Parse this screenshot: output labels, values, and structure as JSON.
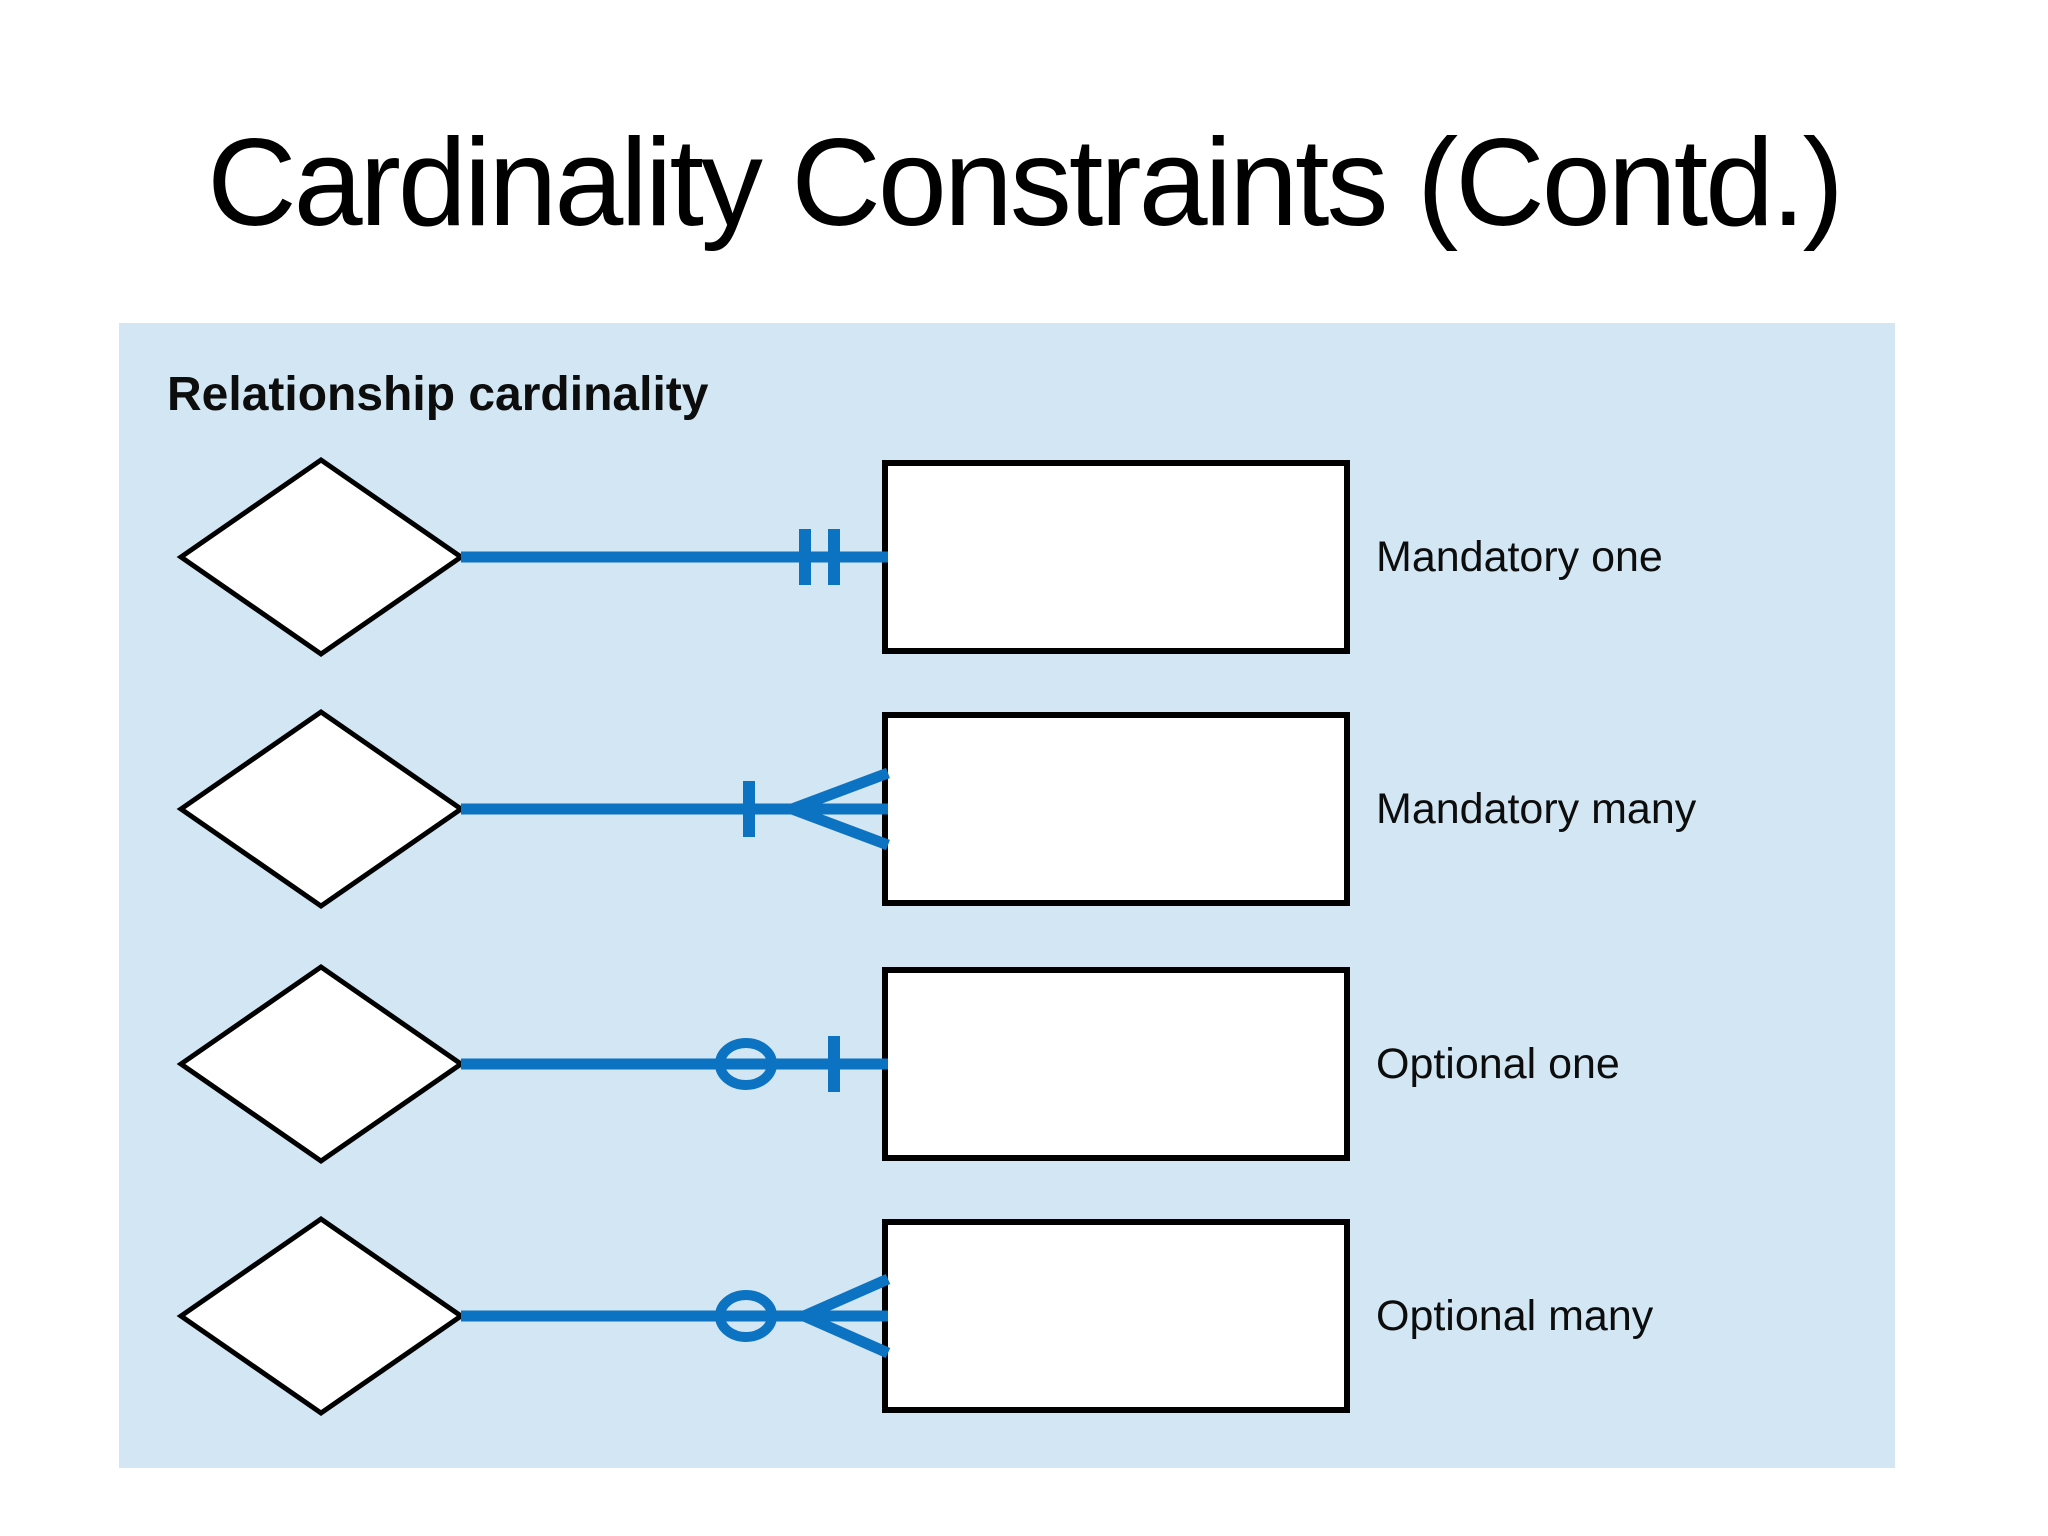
{
  "slide": {
    "title": "Cardinality Constraints (Contd.)"
  },
  "panel": {
    "heading": "Relationship cardinality",
    "background_color": "#d3e6f3"
  },
  "colors": {
    "connector_blue": "#0c73c2",
    "shape_outline": "#000000",
    "shape_fill": "#ffffff",
    "text": "#0d0d0d",
    "slide_background": "#ffffff"
  },
  "rows": [
    {
      "label": "Mandatory one",
      "notation": "two-bars",
      "symbols": [
        "bar",
        "bar"
      ]
    },
    {
      "label": "Mandatory many",
      "notation": "bar-crows-foot",
      "symbols": [
        "bar",
        "crows-foot"
      ]
    },
    {
      "label": "Optional one",
      "notation": "circle-bar",
      "symbols": [
        "circle",
        "bar"
      ]
    },
    {
      "label": "Optional many",
      "notation": "circle-crows-foot",
      "symbols": [
        "circle",
        "crows-foot"
      ]
    }
  ]
}
